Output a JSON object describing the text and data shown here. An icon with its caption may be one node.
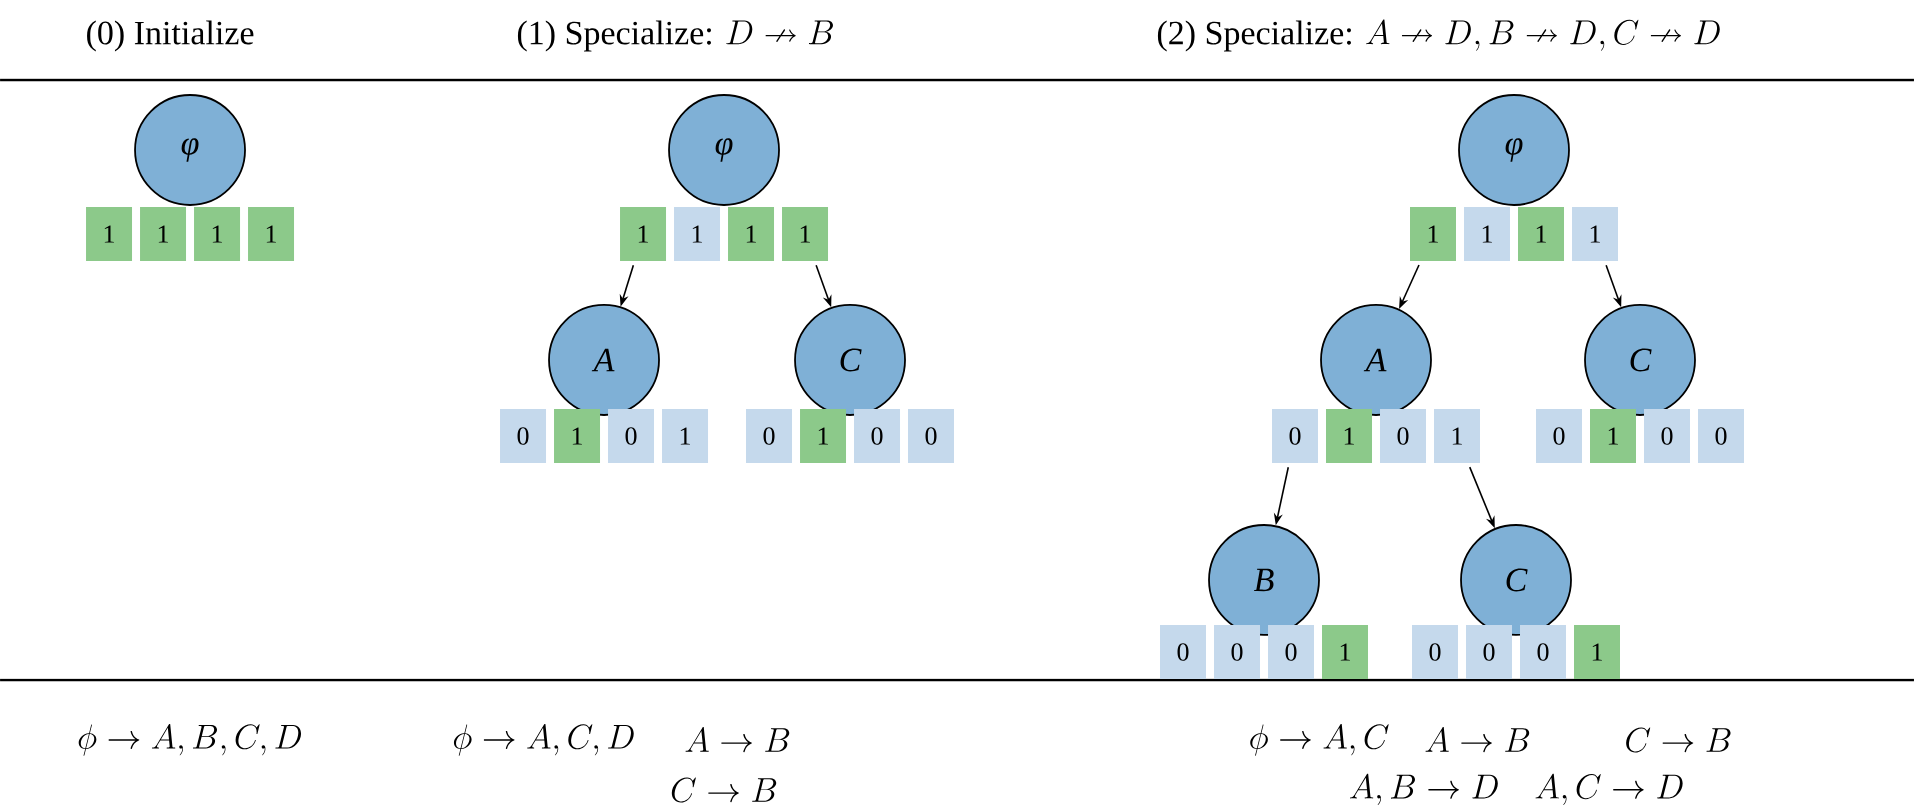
{
  "diagram": {
    "nodes": [
      {
        "text": [
          "φ"
        ]
      },
      {
        "text": [
          "1"
        ]
      },
      {
        "text": [
          "1"
        ]
      },
      {
        "text": [
          "1"
        ]
      },
      {
        "text": [
          "1"
        ]
      },
      {
        "text": [
          "φ"
        ]
      },
      {
        "text": [
          "1"
        ]
      },
      {
        "text": [
          "1"
        ]
      },
      {
        "text": [
          "1"
        ]
      },
      {
        "text": [
          "1"
        ]
      },
      {
        "text": [
          "A"
        ]
      },
      {
        "text": [
          "0"
        ]
      },
      {
        "text": [
          "1"
        ]
      },
      {
        "text": [
          "0"
        ]
      },
      {
        "text": [
          "1"
        ]
      },
      {
        "text": [
          "C"
        ]
      },
      {
        "text": [
          "0"
        ]
      },
      {
        "text": [
          "1"
        ]
      },
      {
        "text": [
          "0"
        ]
      },
      {
        "text": [
          "0"
        ]
      },
      {
        "text": [
          "φ"
        ]
      },
      {
        "text": [
          "1"
        ]
      },
      {
        "text": [
          "1"
        ]
      },
      {
        "text": [
          "1"
        ]
      },
      {
        "text": [
          "1"
        ]
      },
      {
        "text": [
          "A"
        ]
      },
      {
        "text": [
          "0"
        ]
      },
      {
        "text": [
          "1"
        ]
      },
      {
        "text": [
          "0"
        ]
      },
      {
        "text": [
          "1"
        ]
      },
      {
        "text": [
          "C"
        ]
      },
      {
        "text": [
          "0"
        ]
      },
      {
        "text": [
          "1"
        ]
      },
      {
        "text": [
          "0"
        ]
      },
      {
        "text": [
          "0"
        ]
      },
      {
        "text": [
          "B"
        ]
      },
      {
        "text": [
          "0"
        ]
      },
      {
        "text": [
          "0"
        ]
      },
      {
        "text": [
          "0"
        ]
      },
      {
        "text": [
          "1"
        ]
      },
      {
        "text": [
          "C"
        ]
      },
      {
        "text": [
          "0"
        ]
      },
      {
        "text": [
          "0"
        ]
      },
      {
        "text": [
          "0"
        ]
      },
      {
        "text": [
          "1"
        ]
      }
    ],
    "edges": [
      {
        "from": 6,
        "to": 10,
        "arrow": "to"
      },
      {
        "from": 9,
        "to": 15,
        "arrow": "to"
      },
      {
        "from": 21,
        "to": 25,
        "arrow": "to"
      },
      {
        "from": 24,
        "to": 30,
        "arrow": "to"
      },
      {
        "from": 26,
        "to": 35,
        "arrow": "to"
      },
      {
        "from": 29,
        "to": 40,
        "arrow": "to"
      }
    ],
    "labels": [
      "(0) Initialize",
      "(1) Specialize:",
      "D \\nrightarrow B",
      "(2) Specialize:",
      "A \\nrightarrow D, B \\nrightarrow D, C \\nrightarrow D",
      "\\phi \\rightarrow A,B,C,D",
      "\\phi \\rightarrow A,C,D",
      "A \\rightarrow B",
      "C \\rightarrow B",
      "\\phi \\rightarrow A,C",
      "A \\rightarrow B",
      "C \\rightarrow B",
      "A,B \\rightarrow D",
      "A,C \\rightarrow D"
    ]
  }
}
